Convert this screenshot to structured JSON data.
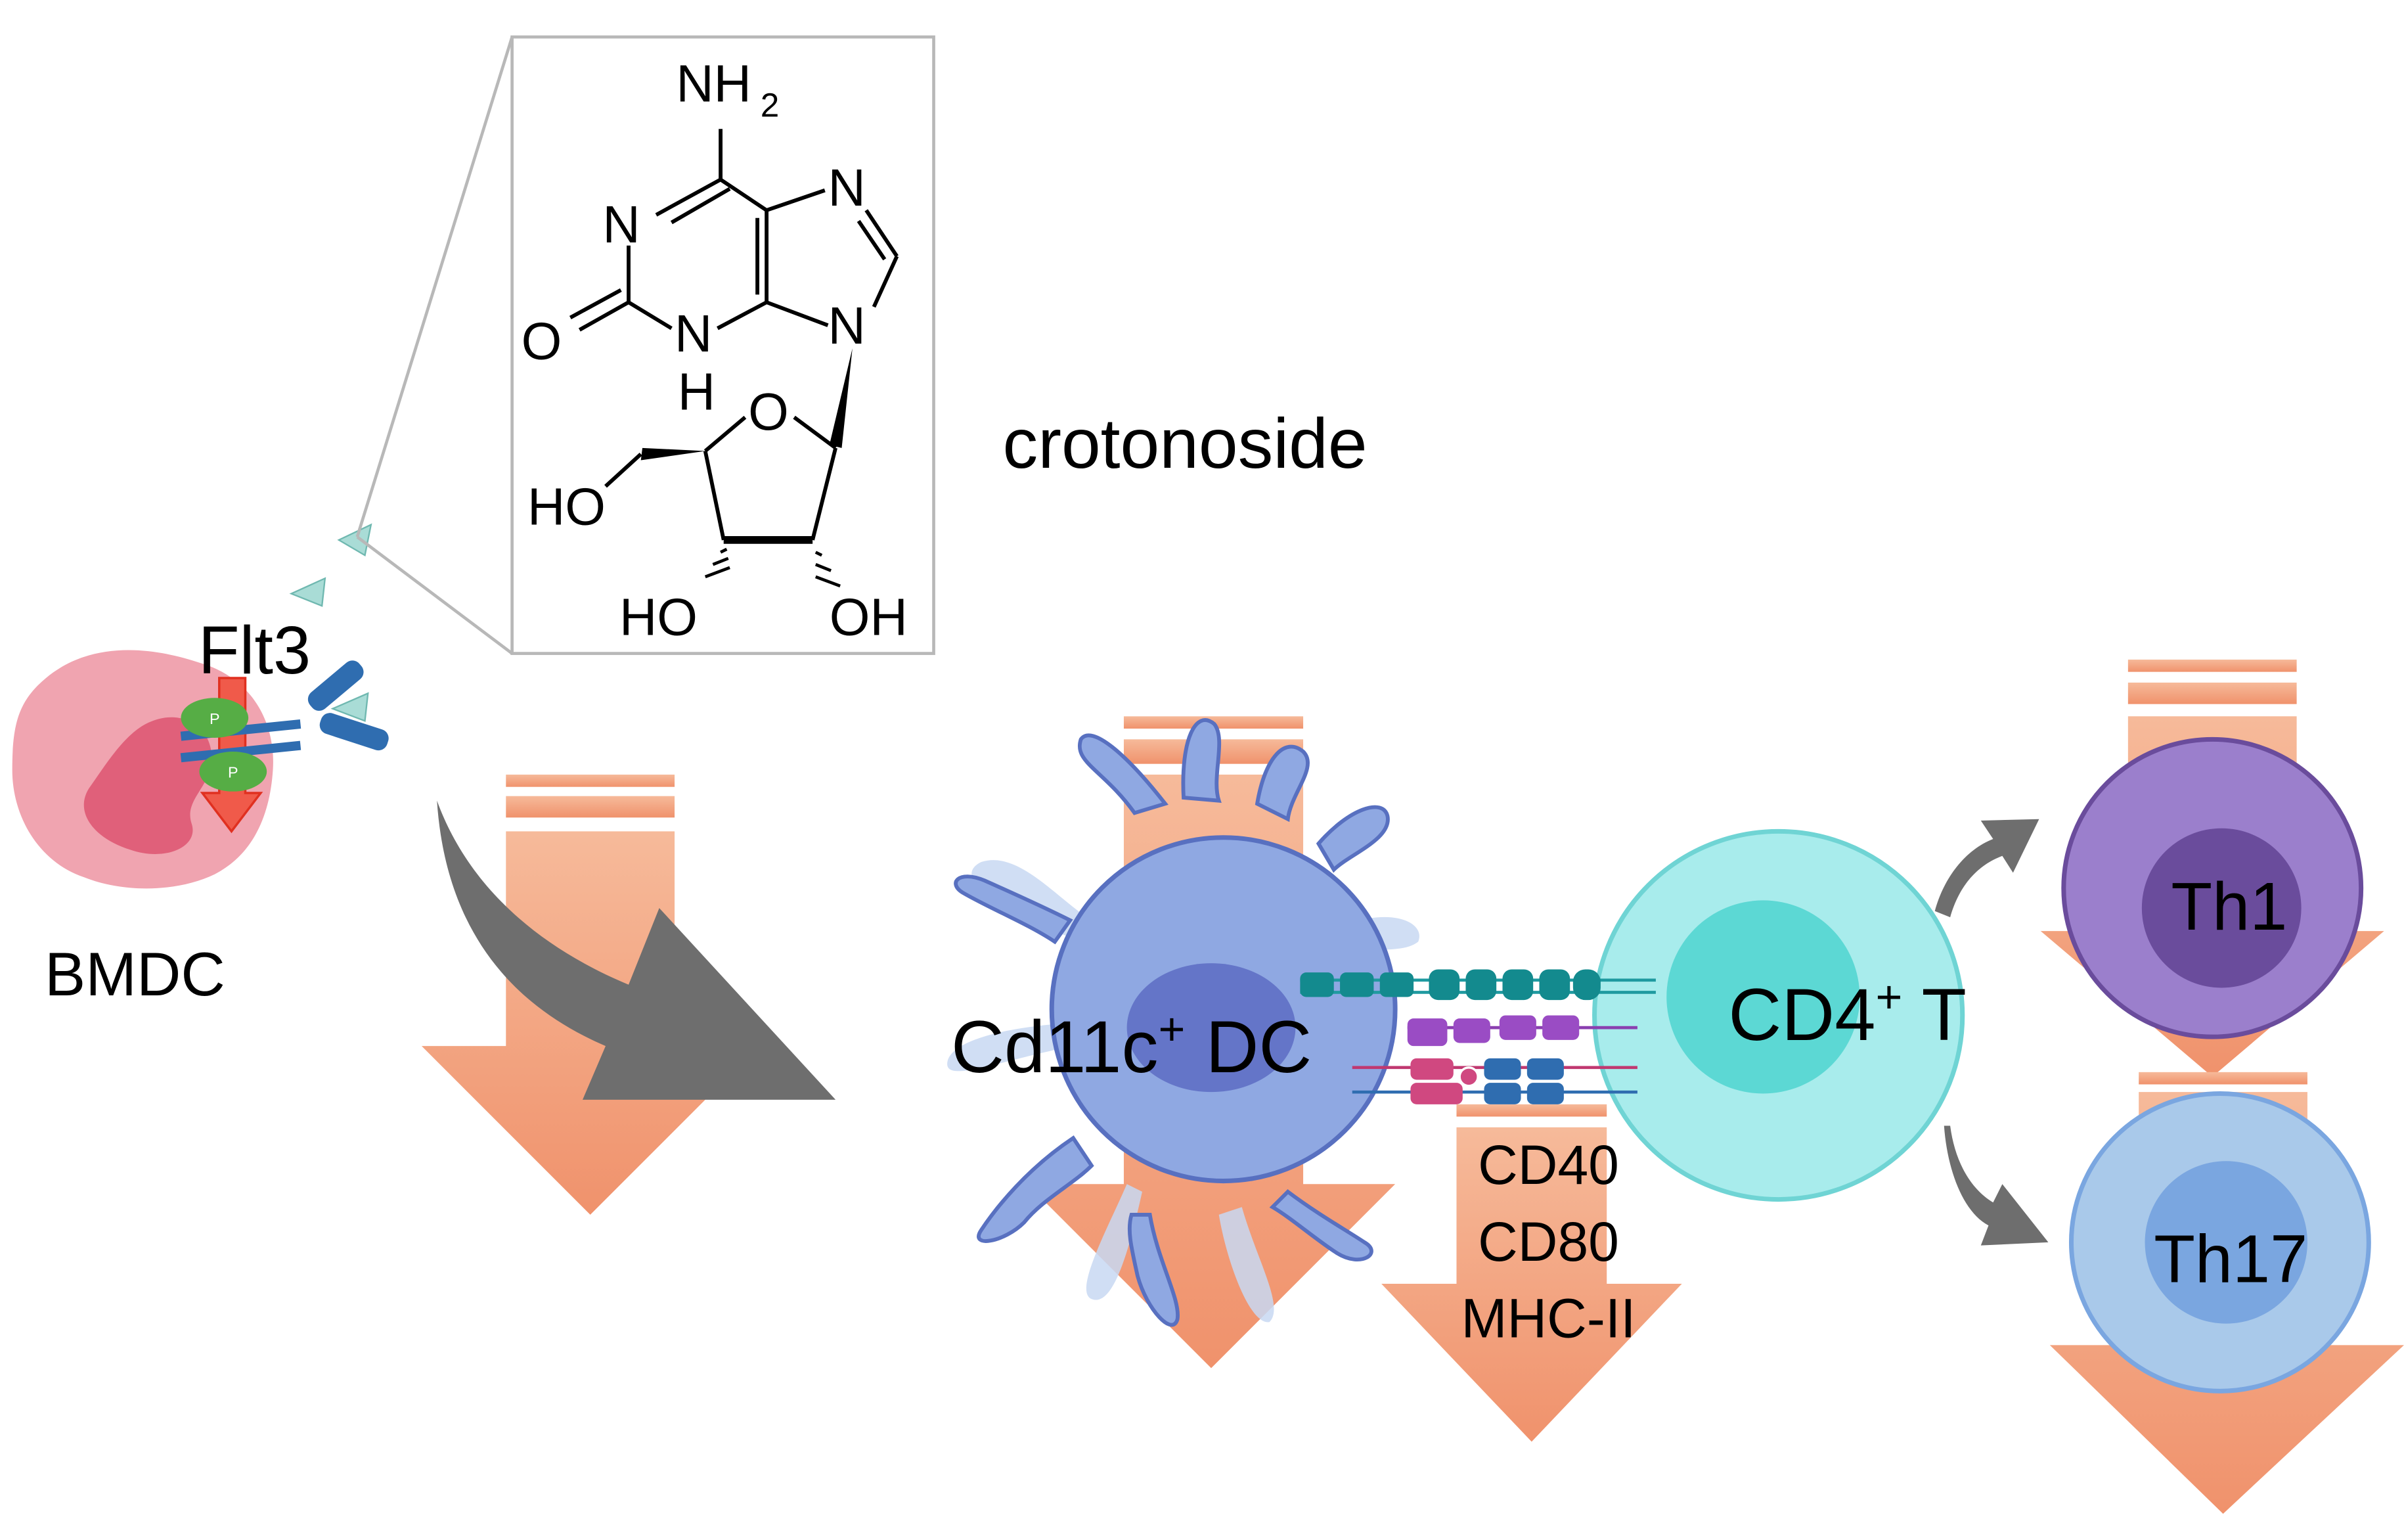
{
  "labels": {
    "bmdc": "BMDC",
    "flt3": "Flt3",
    "compound": "crotonoside",
    "dc": "Cd11c",
    "dc_sup": "+",
    "dc_suffix": " DC",
    "tcell": "CD4",
    "tcell_sup": "+",
    "tcell_suffix": " T",
    "th1": "Th1",
    "th17": "Th17",
    "marker1": "CD40",
    "marker2": "CD80",
    "marker3": "MHC-II"
  },
  "molecule": {
    "nh2": "NH",
    "nh2_sub": "2",
    "n1": "N",
    "n7": "N",
    "n9": "N",
    "n3": "N",
    "h3": "H",
    "o_ring": "O",
    "o_carbonyl": "O",
    "ho5": "HO",
    "ho3": "HO",
    "oh2": "OH"
  },
  "phospho": "P",
  "colors": {
    "up_arrow": "#f2a07c",
    "flow_arrow": "#6e6e6e",
    "bmdc_cell": "#f0a4b0",
    "bmdc_nucleus": "#e0607a",
    "receptor": "#2f6db0",
    "phospho": "#56ad45",
    "dc_cell": "#8fa8e2",
    "dc_nucleus": "#6475c8",
    "tcell": "#a8ecec",
    "tcell_nucleus": "#5cd8d4",
    "th1_cell": "#9b7fcc",
    "th1_nucleus": "#6a4c9c",
    "th17_cell": "#a9c9ea",
    "th17_nucleus": "#7aa6e0"
  }
}
